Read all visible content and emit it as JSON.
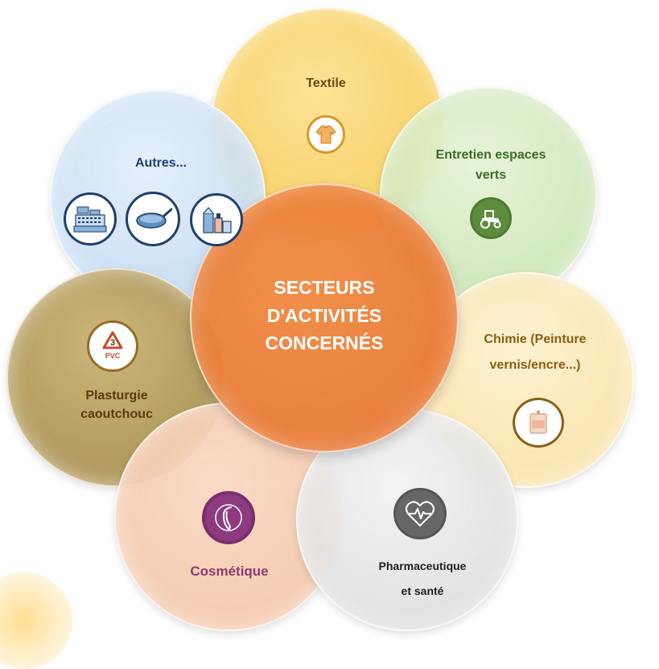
{
  "center": {
    "line1": "SECTEURS",
    "line2": "D'ACTIVITÉS",
    "line3": "CONCERNÉS",
    "color": "#E8772E"
  },
  "sectors": {
    "textile": {
      "label": "Textile",
      "icon": "sweater-icon",
      "color": "#F5C642",
      "text_color": "#6B4A12"
    },
    "entretien": {
      "line1": "Entretien espaces",
      "line2": "verts",
      "icon": "tractor-icon",
      "color": "#C3DFA8",
      "text_color": "#3F6A2A"
    },
    "chimie": {
      "line1": "Chimie (Peinture",
      "line2": "vernis/encre...)",
      "icon": "paint-can-icon",
      "color": "#F9DFA0",
      "text_color": "#8B5E14"
    },
    "pharma": {
      "line1": "Pharmaceutique",
      "line2": "et santé",
      "icon": "heart-pulse-icon",
      "color": "#DCDCDC",
      "text_color": "#222222"
    },
    "cosmetique": {
      "label": "Cosmétique",
      "icon": "woman-profile-icon",
      "color": "#F3C4A6",
      "text_color": "#8C3A72"
    },
    "plasturgie": {
      "line1": "Plasturgie",
      "line2": "caoutchouc",
      "badge_top": "3",
      "badge_bottom": "PVC",
      "icon": "recycle-pvc-icon",
      "color": "#A48A45",
      "text_color": "#5C3A0E"
    },
    "autres": {
      "label": "Autres...",
      "icons": [
        "cash-register-icon",
        "frying-pan-icon",
        "food-products-icon"
      ],
      "color": "#BFD7EE",
      "text_color": "#1D3F7A"
    }
  }
}
